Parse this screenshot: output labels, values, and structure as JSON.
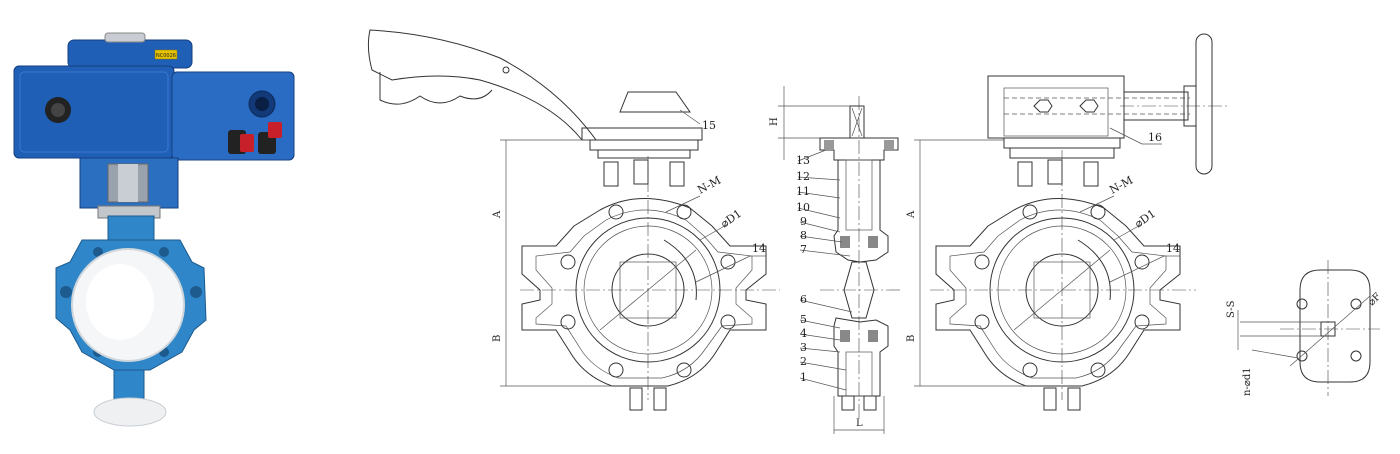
{
  "colors": {
    "actuator_blue": "#1f5fb6",
    "body_blue": "#2f86c8",
    "liner_white": "#f4f6f8",
    "handle_red": "#c8202a",
    "line": "#333333"
  },
  "photo": {
    "nameplate": "NC0026"
  },
  "front_view": {
    "callouts": [
      "15",
      "N-M",
      "⌀D1",
      "14"
    ],
    "dims": {
      "A": "A",
      "B": "B"
    }
  },
  "section_view": {
    "dims": {
      "H": "H",
      "L": "L"
    },
    "callouts": [
      "13",
      "12",
      "11",
      "10",
      "9",
      "8",
      "7",
      "6",
      "5",
      "4",
      "3",
      "2",
      "1"
    ]
  },
  "gear_view": {
    "callouts": [
      "16",
      "N-M",
      "⌀D1",
      "14"
    ],
    "dims": {
      "A": "A",
      "B": "B"
    }
  },
  "flange_detail": {
    "labels": {
      "ss": "S-S",
      "ndl": "n-⌀d1",
      "phiF": "⌀F"
    }
  }
}
